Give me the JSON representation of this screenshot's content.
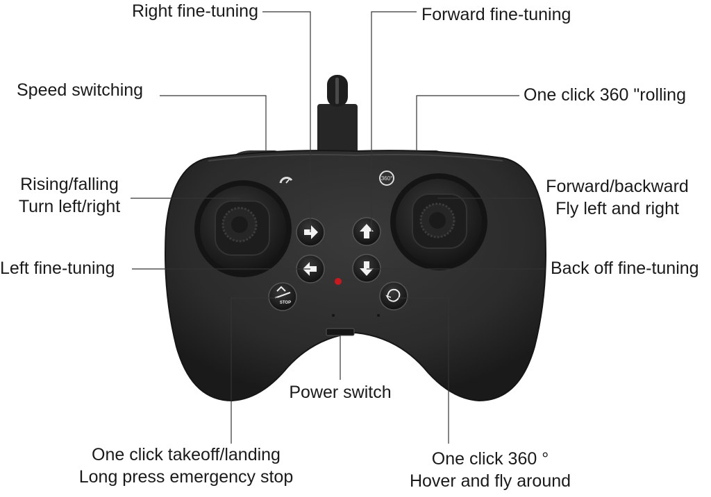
{
  "labels": {
    "right_fine_tuning": "Right fine-tuning",
    "forward_fine_tuning": "Forward fine-tuning",
    "speed_switching": "Speed switching",
    "one_click_360_rolling": "One click 360 \"rolling",
    "rising_falling": "Rising/falling",
    "turn_left_right": "Turn left/right",
    "forward_backward": "Forward/backward",
    "fly_left_right": "Fly left and right",
    "left_fine_tuning": "Left fine-tuning",
    "back_off_fine_tuning": "Back off fine-tuning",
    "power_switch": "Power switch",
    "takeoff_landing": "One click takeoff/landing",
    "emergency_stop": "Long press emergency stop",
    "one_click_360_hover": "One click 360 °",
    "hover_fly_around": "Hover and fly around"
  },
  "icons": {
    "speed_icon_text": "",
    "rolling_badge": "360°",
    "stop_badge": "STOP"
  },
  "colors": {
    "body": "#2a2a2a",
    "body_dark": "#1c1c1c",
    "button": "#222222",
    "arrow": "#f2f2f2",
    "led": "#c8191e",
    "leader_line": "#333333"
  }
}
